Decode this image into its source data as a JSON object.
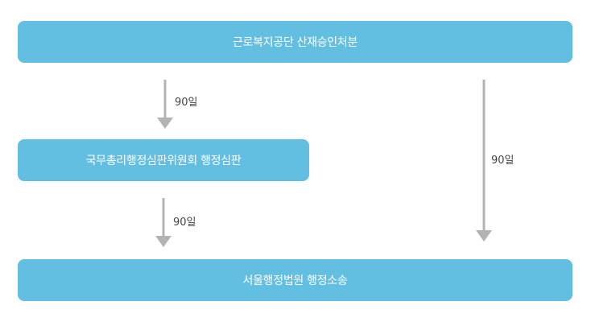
{
  "boxes": {
    "top": "근로복지공단 산재승인처분",
    "middle": "국무총리행정심판위원회 행정심판",
    "bottom": "서울행정법원 행정소송"
  },
  "arrows": {
    "top_to_middle": "90일",
    "middle_to_bottom": "90일",
    "top_to_bottom": "90일"
  },
  "colors": {
    "box_fill": "#62bfe1",
    "box_text": "#ffffff",
    "arrow": "#b3b3b3",
    "label_text": "#444444"
  }
}
